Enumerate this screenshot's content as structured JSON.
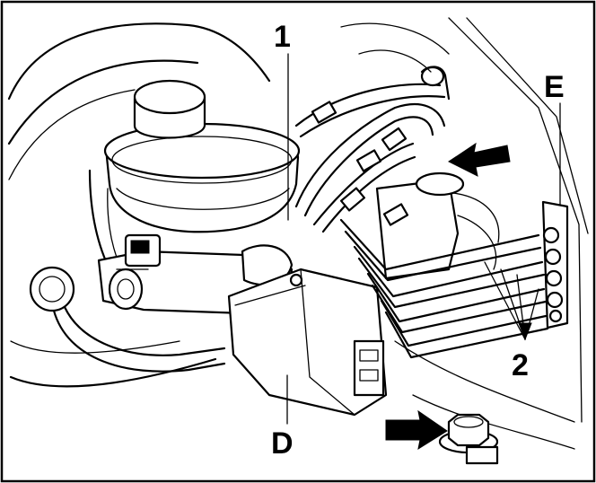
{
  "callouts": {
    "label_1": "1",
    "label_2": "2",
    "label_d": "D",
    "label_e": "E"
  },
  "colors": {
    "ink": "#000000",
    "paper": "#ffffff"
  }
}
